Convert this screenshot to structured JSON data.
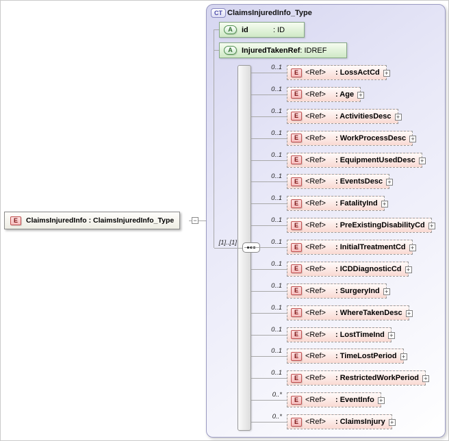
{
  "icons": {
    "expand": "+",
    "collapse": "−",
    "element_badge": "E",
    "attribute_badge": "A",
    "complex_type_badge": "CT"
  },
  "colors": {
    "container_border": "#9a9ac2",
    "container_fill_top": "#d6d6f0",
    "element_fill_bottom": "#f9d9d2",
    "element_badge_bg": "#f6bcbc",
    "element_badge_border": "#c05050",
    "element_badge_text": "#7a1010",
    "attribute_fill_bottom": "#cfe9c6",
    "attribute_border": "#85a885",
    "attribute_badge_border": "#4e8e4e",
    "ct_badge_text": "#4a4aa8",
    "line": "#a8a8a8"
  },
  "root": {
    "label": "ClaimsInjuredInfo : ClaimsInjuredInfo_Type"
  },
  "complex_type": {
    "title": "ClaimsInjuredInfo_Type",
    "sequence_label": "[1]..[1]",
    "attributes": [
      {
        "name": "id",
        "type": ": ID"
      },
      {
        "name": "InjuredTakenRef",
        "type": ": IDREF"
      }
    ],
    "elements": [
      {
        "cardinality": "0..1",
        "ref": "<Ref>",
        "name": ": LossActCd"
      },
      {
        "cardinality": "0..1",
        "ref": "<Ref>",
        "name": ": Age"
      },
      {
        "cardinality": "0..1",
        "ref": "<Ref>",
        "name": ": ActivitiesDesc"
      },
      {
        "cardinality": "0..1",
        "ref": "<Ref>",
        "name": ": WorkProcessDesc"
      },
      {
        "cardinality": "0..1",
        "ref": "<Ref>",
        "name": ": EquipmentUsedDesc"
      },
      {
        "cardinality": "0..1",
        "ref": "<Ref>",
        "name": ": EventsDesc"
      },
      {
        "cardinality": "0..1",
        "ref": "<Ref>",
        "name": ": FatalityInd"
      },
      {
        "cardinality": "0..1",
        "ref": "<Ref>",
        "name": ": PreExistingDisabilityCd"
      },
      {
        "cardinality": "0..1",
        "ref": "<Ref>",
        "name": ": InitialTreatmentCd"
      },
      {
        "cardinality": "0..1",
        "ref": "<Ref>",
        "name": ": ICDDiagnosticCd"
      },
      {
        "cardinality": "0..1",
        "ref": "<Ref>",
        "name": ": SurgeryInd"
      },
      {
        "cardinality": "0..1",
        "ref": "<Ref>",
        "name": ": WhereTakenDesc"
      },
      {
        "cardinality": "0..1",
        "ref": "<Ref>",
        "name": ": LostTimeInd"
      },
      {
        "cardinality": "0..1",
        "ref": "<Ref>",
        "name": ": TimeLostPeriod"
      },
      {
        "cardinality": "0..1",
        "ref": "<Ref>",
        "name": ": RestrictedWorkPeriod"
      },
      {
        "cardinality": "0..*",
        "ref": "<Ref>",
        "name": ": EventInfo"
      },
      {
        "cardinality": "0..*",
        "ref": "<Ref>",
        "name": ": ClaimsInjury"
      }
    ]
  }
}
